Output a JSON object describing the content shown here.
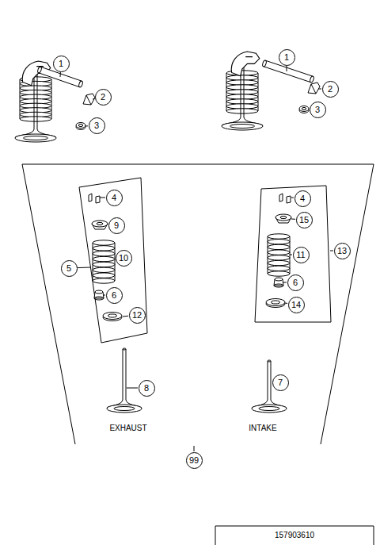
{
  "diagram": {
    "nodes": [
      {
        "text": [
          "1"
        ]
      },
      {
        "text": [
          "2"
        ]
      },
      {
        "text": [
          "3"
        ]
      },
      {
        "text": [
          "1"
        ]
      },
      {
        "text": [
          "2"
        ]
      },
      {
        "text": [
          "3"
        ]
      },
      {
        "text": [
          "4"
        ]
      },
      {
        "text": [
          "4"
        ]
      },
      {
        "text": [
          "9"
        ]
      },
      {
        "text": [
          "15"
        ]
      },
      {
        "text": [
          "5"
        ]
      },
      {
        "text": [
          "10"
        ]
      },
      {
        "text": [
          "11"
        ]
      },
      {
        "text": [
          "13"
        ]
      },
      {
        "text": [
          "6"
        ]
      },
      {
        "text": [
          "6"
        ]
      },
      {
        "text": [
          "12"
        ]
      },
      {
        "text": [
          "14"
        ]
      },
      {
        "text": [
          "8"
        ]
      },
      {
        "text": [
          "7"
        ]
      },
      {
        "text": [
          "99"
        ]
      }
    ],
    "labels": [
      "EXHAUST",
      "INTAKE",
      "157903610"
    ]
  }
}
